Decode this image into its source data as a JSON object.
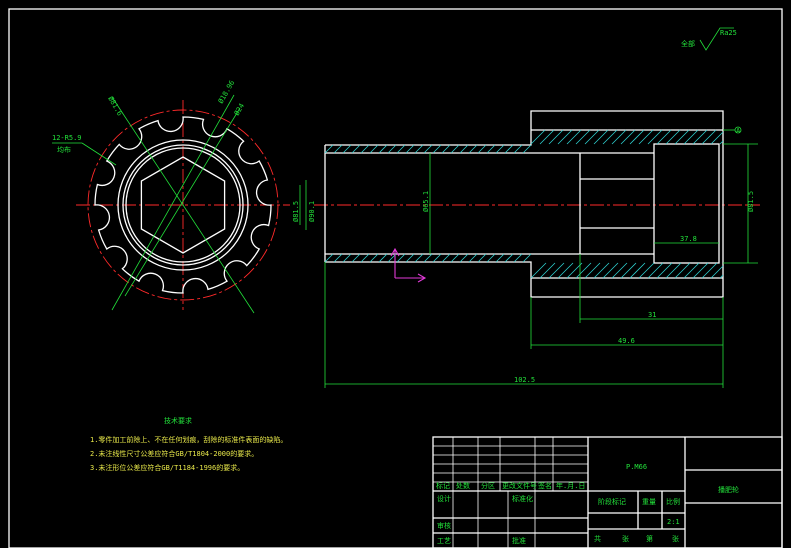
{
  "roughness": {
    "label": "全部",
    "value": "Ra25"
  },
  "front_view": {
    "spline_note": [
      "12-R5.9",
      "均布"
    ],
    "dim_left": "Ø81.5",
    "dim_right": "Ø90.1",
    "dim_diag_a": "Ø81.6",
    "dim_diag_b": "Ø18.96",
    "dim_diag_c": "Ø24"
  },
  "section_view": {
    "dim_inner": "Ø65.1",
    "dim_right_dia": "Ø81.5",
    "dim_step": "37.8",
    "dim_31": "31",
    "dim_49": "49.6",
    "dim_total": "102.5",
    "datum": "A"
  },
  "tech_req": {
    "title": "技术要求",
    "items": [
      "1.零件加工前除上、不在任何划痕，刮除的标准件表面的缺陷。",
      "2.未注线性尺寸公差应符合GB/T1804-2000的要求。",
      "3.未注形位公差应符合GB/T1184-1996的要求。"
    ]
  },
  "title_block": {
    "headers": [
      "标记",
      "处数",
      "分区",
      "更改文件号",
      "签名",
      "年.月.日"
    ],
    "row_design": "设计",
    "row_standard": "标准化",
    "row_review": "审核",
    "row_process": "工艺",
    "row_approve": "批准",
    "stage": "阶段标记",
    "weight": "重量",
    "scale_label": "比例",
    "scale": "2:1",
    "sheet_total": "共",
    "sheet_label": "张",
    "sheet_no": "第",
    "sheet_label2": "张",
    "material": "P.M66",
    "part_name": "播肥轮"
  }
}
